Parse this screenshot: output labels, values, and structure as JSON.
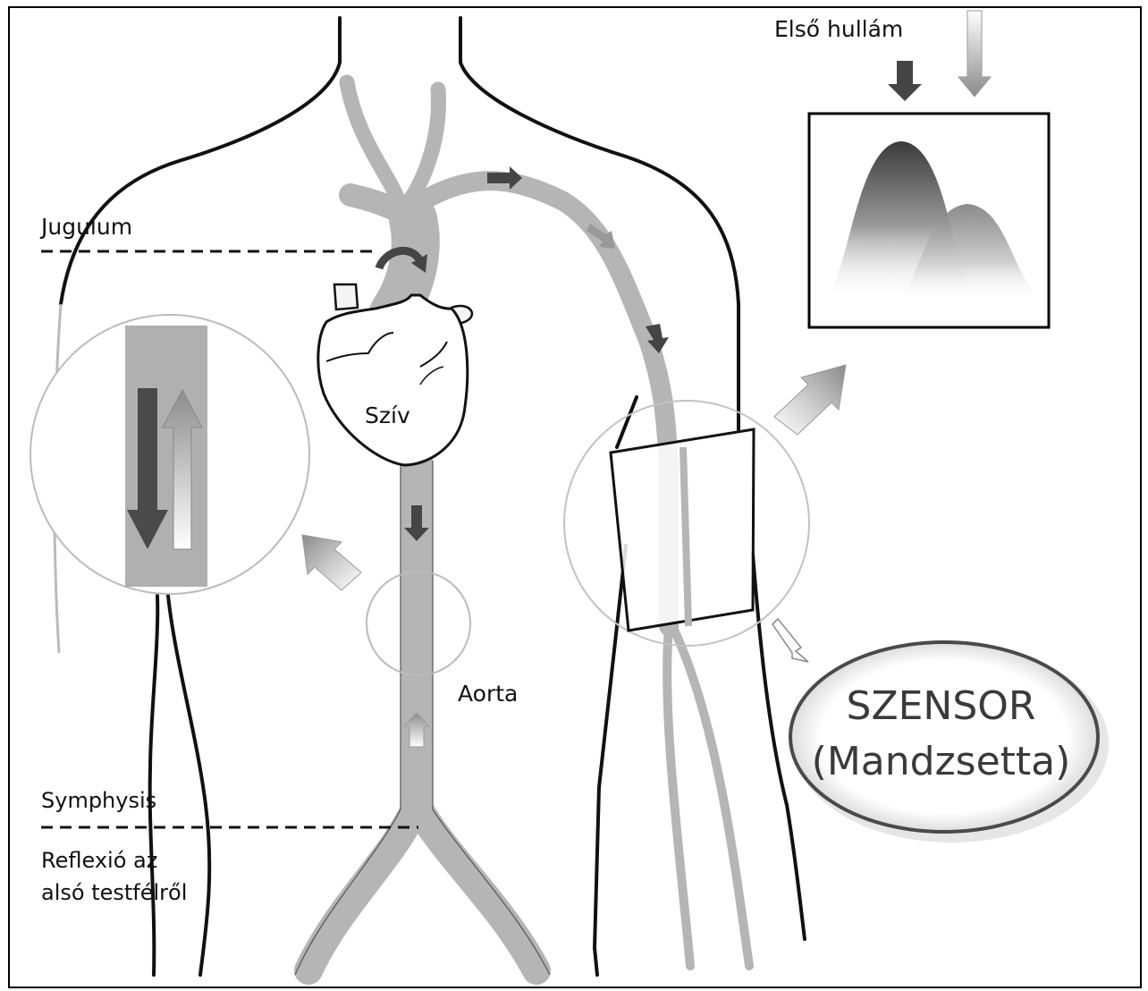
{
  "labels": {
    "first_wave": "Első hullám",
    "jugulum": "Jugulum",
    "heart": "Szív",
    "aorta": "Aorta",
    "symphysis": "Symphysis",
    "reflection_line1": "Reflexió az",
    "reflection_line2": "alsó testfélről"
  },
  "sensor": {
    "line1": "SZENSOR",
    "line2": "(Mandzsetta)"
  },
  "colors": {
    "vessel": "#b5b5b5",
    "outline": "#111111",
    "dark_arrow": "#454545",
    "frame": "#000000"
  }
}
